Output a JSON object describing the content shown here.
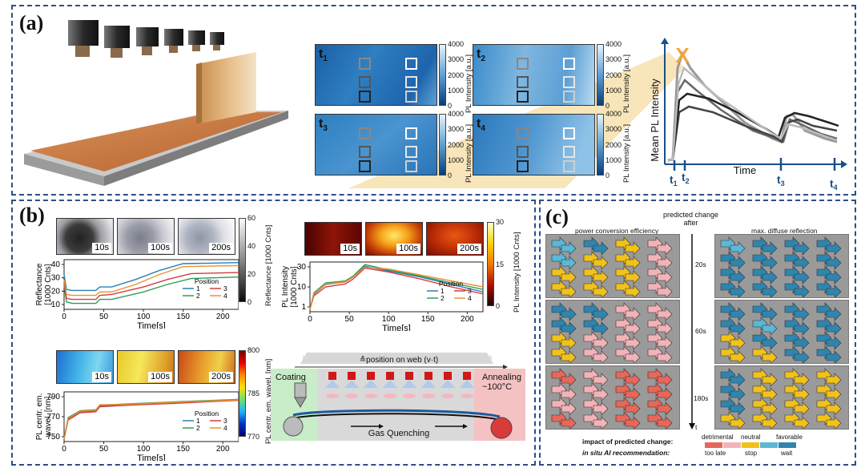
{
  "panel_a": {
    "label": "(a)",
    "heatmaps": [
      {
        "t_main": "t",
        "t_sub": "1"
      },
      {
        "t_main": "t",
        "t_sub": "2"
      },
      {
        "t_main": "t",
        "t_sub": "3"
      },
      {
        "t_main": "t",
        "t_sub": "4"
      }
    ],
    "colorbar": {
      "ticks": [
        "4000",
        "3000",
        "2000",
        "1000",
        "0"
      ],
      "title": "PL Intensity [a.u.]"
    },
    "curve": {
      "ylabel": "Mean PL Intensity",
      "xlabel": "Time",
      "ticks": [
        {
          "m": "t",
          "s": "1"
        },
        {
          "m": "t",
          "s": "2"
        },
        {
          "m": "t",
          "s": "3"
        },
        {
          "m": "t",
          "s": "4"
        }
      ],
      "marker": "X"
    }
  },
  "panel_b": {
    "label": "(b)",
    "reflectance": {
      "thumb_caps": [
        "10s",
        "100s",
        "200s"
      ],
      "colorbar_ticks": [
        "60",
        "40",
        "20",
        "0"
      ],
      "colorbar_title": "Reflectance [1000 Cnts]",
      "ylabel": "Reflectance\n[1000 Cnts]",
      "xlabel": "Time[s]",
      "yticks": [
        "40",
        "30",
        "20",
        "10"
      ],
      "xticks": [
        "0",
        "50",
        "100",
        "150",
        "200"
      ],
      "legend_title": "Position",
      "legend": [
        "1",
        "2",
        "3",
        "4"
      ]
    },
    "pl": {
      "thumb_caps": [
        "10s",
        "100s",
        "200s"
      ],
      "colorbar_ticks": [
        "30",
        "15",
        "0"
      ],
      "colorbar_title": "PL Intensity [1000 Cnts]",
      "ylabel": "PL Intensity\n[1000 Cnts]",
      "xlabel": "Time[s]",
      "yticks": [
        "30",
        "10",
        "1"
      ],
      "xticks": [
        "0",
        "50",
        "100",
        "150",
        "200"
      ],
      "legend_title": "Position",
      "legend": [
        "1",
        "2",
        "3",
        "4"
      ]
    },
    "wavel": {
      "thumb_caps": [
        "10s",
        "100s",
        "200s"
      ],
      "colorbar_ticks": [
        "800",
        "785",
        "770"
      ],
      "colorbar_title": "PL centr. em. wavel. [nm]",
      "ylabel": "PL centr. em.\nwavel. [nm]",
      "xlabel": "Time[s]",
      "yticks": [
        "790",
        "770",
        "750"
      ],
      "xticks": [
        "0",
        "50",
        "100",
        "150",
        "200"
      ],
      "legend_title": "Position",
      "legend": [
        "1",
        "2",
        "3",
        "4"
      ]
    },
    "schematic": {
      "top_label": "≙position on web (v·t)",
      "coating": "Coating",
      "annealing": "Annealing\n~100°C",
      "gas": "Gas Quenching"
    },
    "series_colors": [
      "#2a7fb5",
      "#2f9e5a",
      "#d43c3c",
      "#e8922e"
    ]
  },
  "panel_c": {
    "label": "(c)",
    "col_left": "power conversion efficiency",
    "col_mid": "predicted change\nafter",
    "col_right": "max. diffuse reflection",
    "times": [
      "20s",
      "60s",
      "180s"
    ],
    "axis_t": "t",
    "legend_impact_label": "impact of predicted change:",
    "legend_ai_label": "in situ AI recommendation:",
    "legend_impact": [
      "detrimental",
      "neutral",
      "favorable"
    ],
    "legend_ai": [
      "too late",
      "stop",
      "wait"
    ],
    "colors": {
      "detrimental": "#e8675a",
      "pink": "#f2b3b8",
      "neutral": "#f2c21b",
      "lightblue": "#5bb8d6",
      "favorable": "#2e86b0"
    }
  }
}
